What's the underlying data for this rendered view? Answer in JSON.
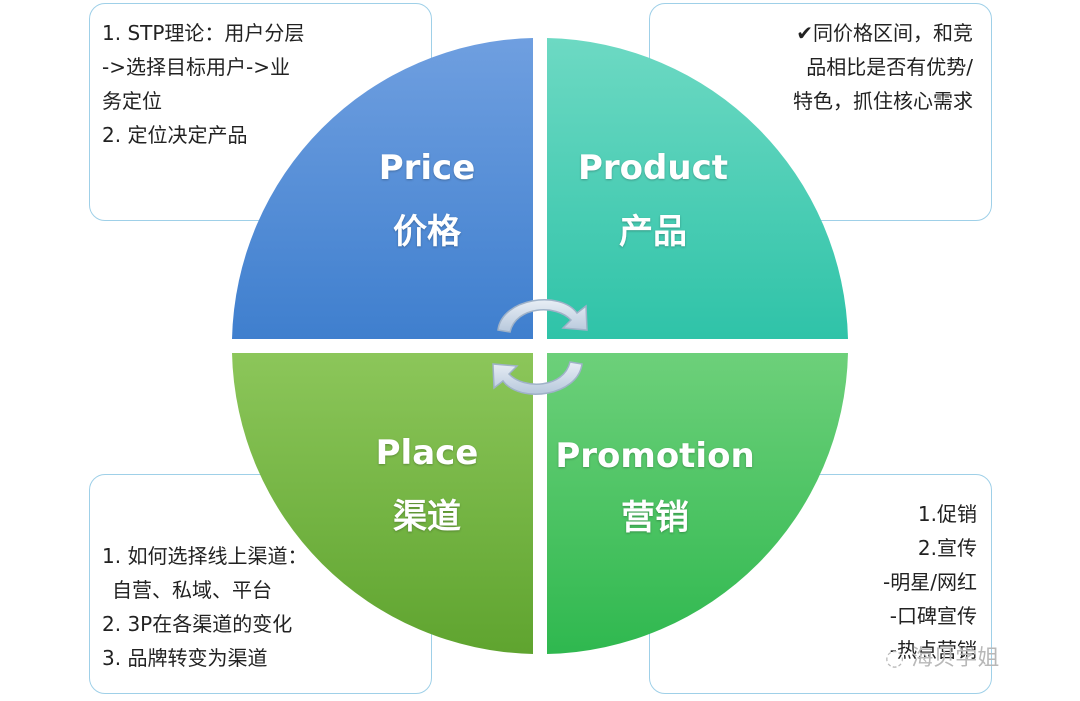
{
  "quadrants": {
    "price": {
      "en": "Price",
      "cn": "价格",
      "color_top": "#6f9fe0",
      "color_bottom": "#3f7fce"
    },
    "product": {
      "en": "Product",
      "cn": "产品",
      "color_top": "#6dd9c3",
      "color_bottom": "#2fc3a8"
    },
    "place": {
      "en": "Place",
      "cn": "渠道",
      "color_top": "#8cc65a",
      "color_bottom": "#5fa42f"
    },
    "promotion": {
      "en": "Promotion",
      "cn": "营销",
      "color_top": "#6dd07a",
      "color_bottom": "#2fb84f"
    }
  },
  "notes": {
    "top_left": [
      "1. STP理论：用户分层",
      "->选择目标用户->业",
      "务定位",
      "2. 定位决定产品"
    ],
    "top_right": [
      "✔同价格区间，和竞",
      "品相比是否有优势/",
      "特色，抓住核心需求"
    ],
    "bottom_left": [
      "1. 如何选择线上渠道：",
      "自营、私域、平台",
      "2. 3P在各渠道的变化",
      "3. 品牌转变为渠道"
    ],
    "bottom_right": [
      "1.促销",
      "2.宣传",
      "-明星/网红",
      "-口碑宣传",
      "-热点营销"
    ]
  },
  "watermark": "海贝学姐",
  "colors": {
    "note_border": "#9fd0e8",
    "arrow": "#c9d9ea"
  }
}
